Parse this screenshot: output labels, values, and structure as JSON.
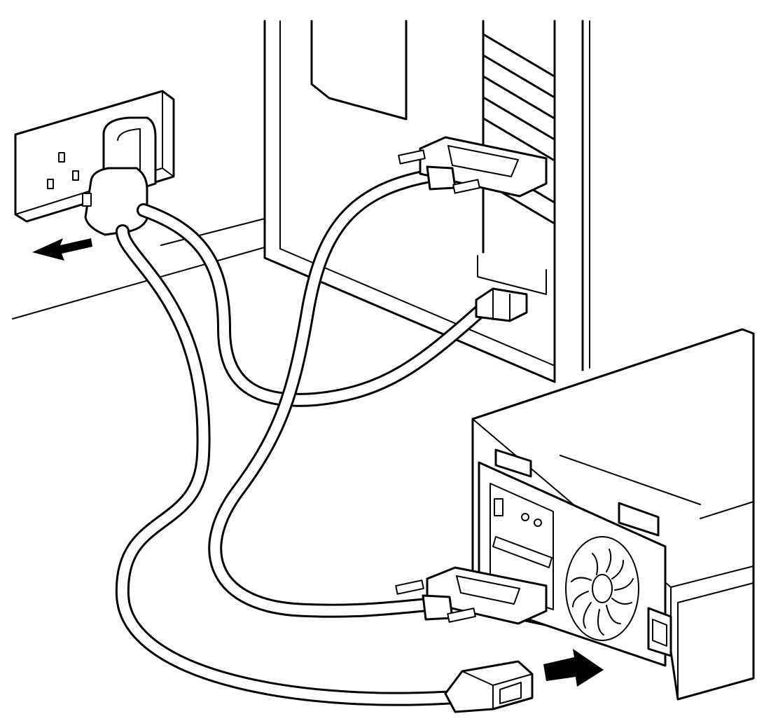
{
  "diagram": {
    "colors": {
      "line": "#000000",
      "background": "#ffffff",
      "fill": "#ffffff"
    },
    "components": [
      {
        "name": "wall-outlet",
        "icon": "wall-socket-icon"
      },
      {
        "name": "mains-plug",
        "icon": "power-plug-icon"
      },
      {
        "name": "computer-tower",
        "icon": "computer-tower-icon"
      },
      {
        "name": "scsi-connector-host",
        "icon": "scsi-connector-icon"
      },
      {
        "name": "network-cable-connector",
        "icon": "rj45-connector-icon"
      },
      {
        "name": "external-drive",
        "icon": "tape-drive-icon"
      },
      {
        "name": "scsi-connector-drive",
        "icon": "scsi-connector-icon"
      },
      {
        "name": "power-cord-connector",
        "icon": "iec-connector-icon"
      },
      {
        "name": "cooling-fan",
        "icon": "fan-icon"
      },
      {
        "name": "arrow-plug-in",
        "icon": "arrow-right-icon"
      },
      {
        "name": "arrow-power-in",
        "icon": "arrow-right-icon"
      }
    ]
  }
}
